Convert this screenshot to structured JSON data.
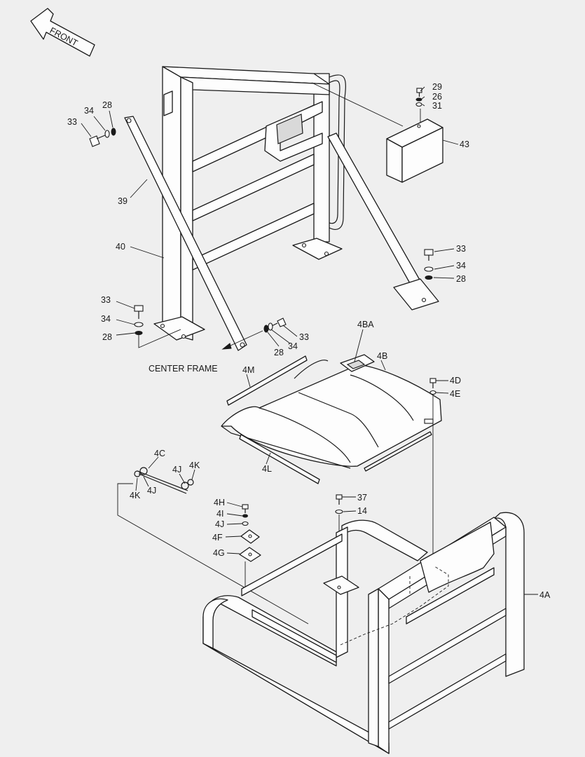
{
  "diagram": {
    "front_arrow_label": "FRONT",
    "center_frame_label": "CENTER FRAME",
    "callouts": {
      "c29": "29",
      "c26": "26",
      "c31": "31",
      "c43": "43",
      "c34_top": "34",
      "c28_top": "28",
      "c33_top": "33",
      "c39": "39",
      "c40": "40",
      "c33_right": "33",
      "c34_right": "34",
      "c28_right": "28",
      "c33_left": "33",
      "c34_left": "34",
      "c28_left": "28",
      "c33_mid": "33",
      "c28_mid": "28",
      "c34_mid": "34",
      "c4BA": "4BA",
      "c4B": "4B",
      "c4M": "4M",
      "c4D": "4D",
      "c4E": "4E",
      "c4L": "4L",
      "c4C": "4C",
      "c4J_a": "4J",
      "c4K_a": "4K",
      "c4J_b": "4J",
      "c4K_b": "4K",
      "c4H": "4H",
      "c4I": "4I",
      "c4J_c": "4J",
      "c4F": "4F",
      "c4G": "4G",
      "c37": "37",
      "c14": "14",
      "c4A": "4A"
    }
  }
}
